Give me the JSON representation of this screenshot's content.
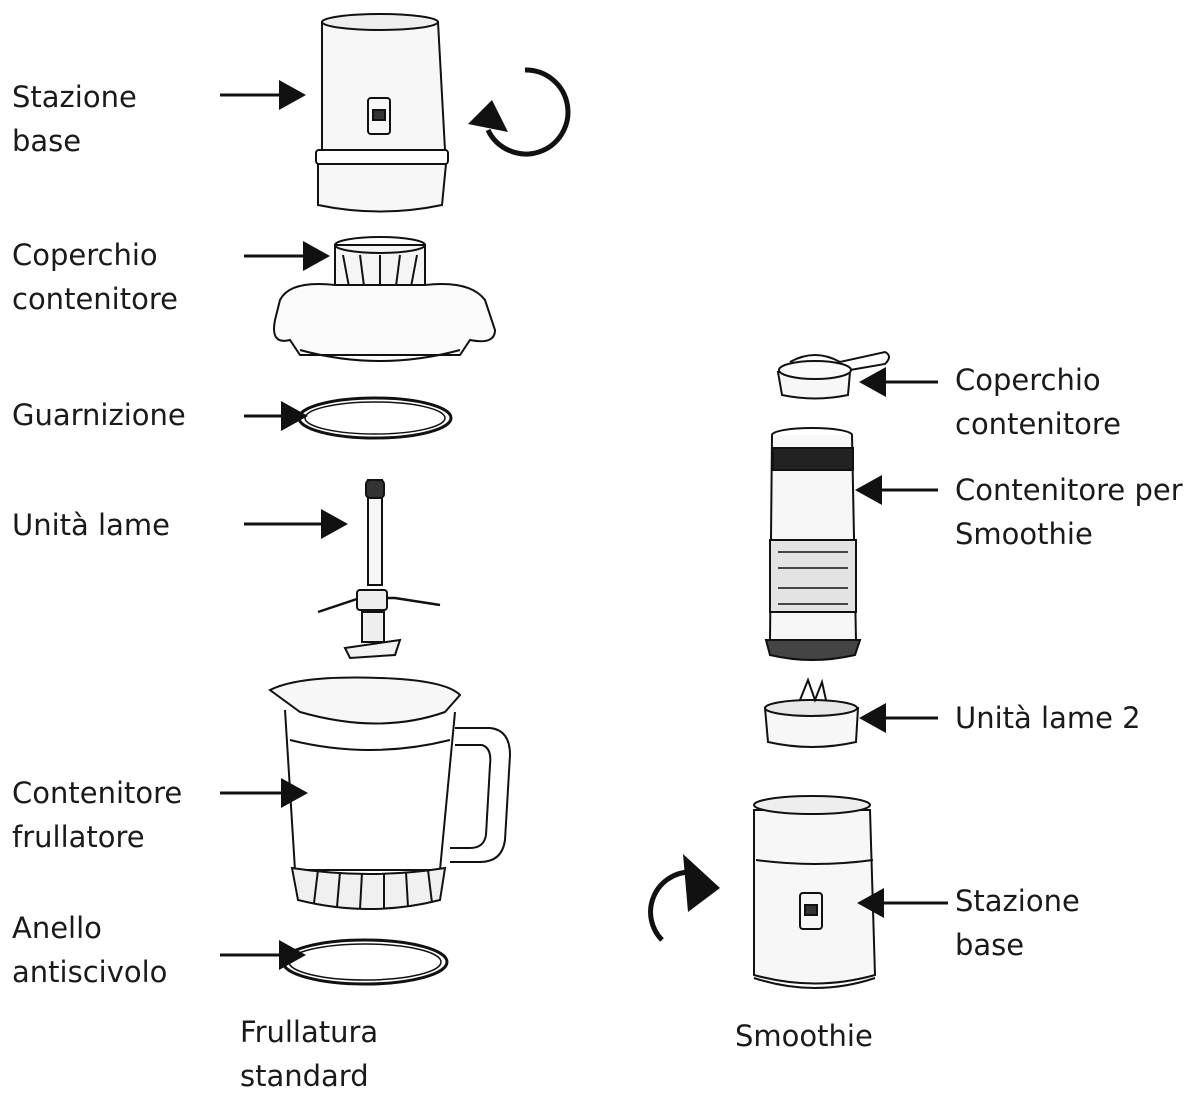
{
  "standard": {
    "base_station": [
      "Stazione",
      "base"
    ],
    "container_lid": [
      "Coperchio",
      "contenitore"
    ],
    "gasket": [
      "Guarnizione"
    ],
    "blade_unit": [
      "Unità lame"
    ],
    "blender_jar": [
      "Contenitore",
      "frullatore"
    ],
    "anti_slip_ring": [
      "Anello",
      "antiscivolo"
    ],
    "caption": [
      "Frullatura",
      "standard"
    ]
  },
  "smoothie": {
    "container_lid": [
      "Coperchio",
      "contenitore"
    ],
    "smoothie_container": [
      "Contenitore per",
      "Smoothie"
    ],
    "blade_unit_2": [
      "Unità lame 2"
    ],
    "base_station": [
      "Stazione",
      "base"
    ],
    "caption": [
      "Smoothie"
    ]
  }
}
